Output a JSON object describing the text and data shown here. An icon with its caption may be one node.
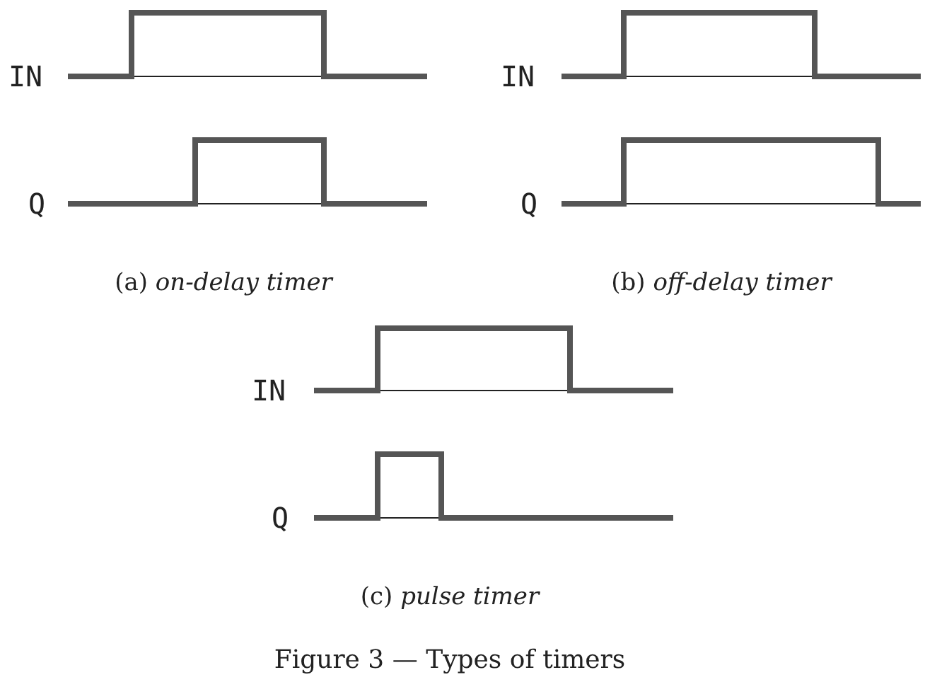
{
  "diagram": {
    "caption": "Figure 3 — Types of timers",
    "labels": [
      "IN",
      "Q",
      "(a) *on-delay timer*",
      "IN",
      "Q",
      "(b) *off-delay timer*",
      "IN",
      "Q",
      "(c) *pulse timer*"
    ]
  }
}
